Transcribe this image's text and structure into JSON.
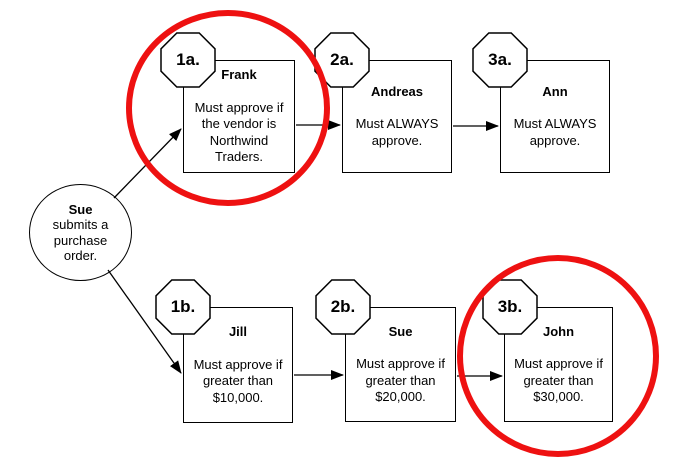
{
  "diagram": {
    "title": "purchase-order-approval-flow",
    "start": {
      "name": "Sue",
      "description_lines": [
        "submits a",
        "purchase",
        "order."
      ]
    },
    "nodes": {
      "1a": {
        "badge": "1a.",
        "name": "Frank",
        "body": [
          "Must approve if",
          "the vendor is",
          "Northwind",
          "Traders."
        ],
        "highlighted": true
      },
      "2a": {
        "badge": "2a.",
        "name": "Andreas",
        "body": [
          "Must ALWAYS",
          "approve."
        ],
        "highlighted": false
      },
      "3a": {
        "badge": "3a.",
        "name": "Ann",
        "body": [
          "Must ALWAYS",
          "approve."
        ],
        "highlighted": false
      },
      "1b": {
        "badge": "1b.",
        "name": "Jill",
        "body": [
          "Must approve if",
          "greater than",
          "$10,000."
        ],
        "highlighted": false
      },
      "2b": {
        "badge": "2b.",
        "name": "Sue",
        "body": [
          "Must approve if",
          "greater than",
          "$20,000."
        ],
        "highlighted": false
      },
      "3b": {
        "badge": "3b.",
        "name": "John",
        "body": [
          "Must approve if",
          "greater than",
          "$30,000."
        ],
        "highlighted": true
      }
    },
    "colors": {
      "highlight": "#ee1111",
      "line": "#000000",
      "background": "#ffffff"
    }
  }
}
